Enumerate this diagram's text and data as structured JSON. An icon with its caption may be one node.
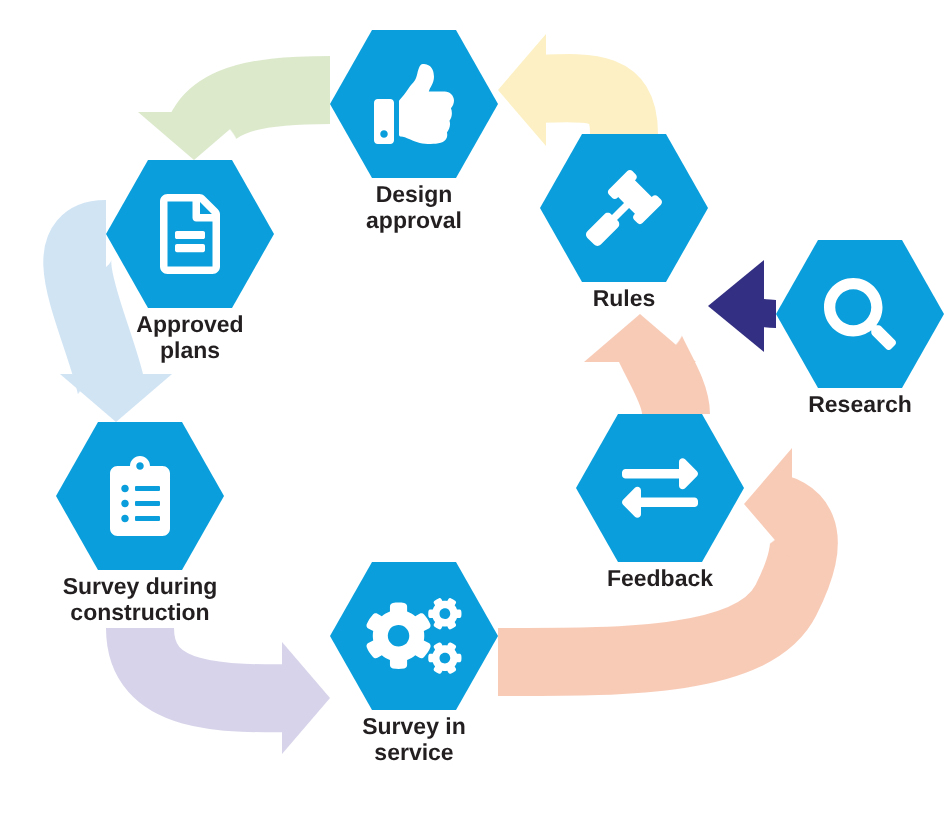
{
  "diagram": {
    "nodes": [
      {
        "text": [
          "Design approval"
        ]
      },
      {
        "text": [
          "Approved plans"
        ]
      },
      {
        "text": [
          "Rules"
        ]
      },
      {
        "text": [
          "Research"
        ]
      },
      {
        "text": [
          "Survey during construction"
        ]
      },
      {
        "text": [
          "Feedback"
        ]
      },
      {
        "text": [
          "Survey in service"
        ]
      }
    ],
    "edges": [
      {
        "from": 0,
        "to": 1,
        "arrow": "to",
        "style": "thick",
        "color": "#dce9cb"
      },
      {
        "from": 1,
        "to": 4,
        "arrow": "to",
        "style": "thick",
        "color": "#d0e4f4"
      },
      {
        "from": 4,
        "to": 6,
        "arrow": "to",
        "style": "thick",
        "color": "#d7d3ea"
      },
      {
        "from": 6,
        "to": 5,
        "arrow": "to",
        "style": "thick",
        "color": "#f8cbb7"
      },
      {
        "from": 5,
        "to": 2,
        "arrow": "to",
        "style": "thick",
        "color": "#f8cbb7"
      },
      {
        "from": 2,
        "to": 0,
        "arrow": "to",
        "style": "thick",
        "color": "#fcf0c4"
      },
      {
        "from": 3,
        "to": 2,
        "arrow": "to",
        "style": "thick",
        "color": "#332f82"
      }
    ]
  }
}
